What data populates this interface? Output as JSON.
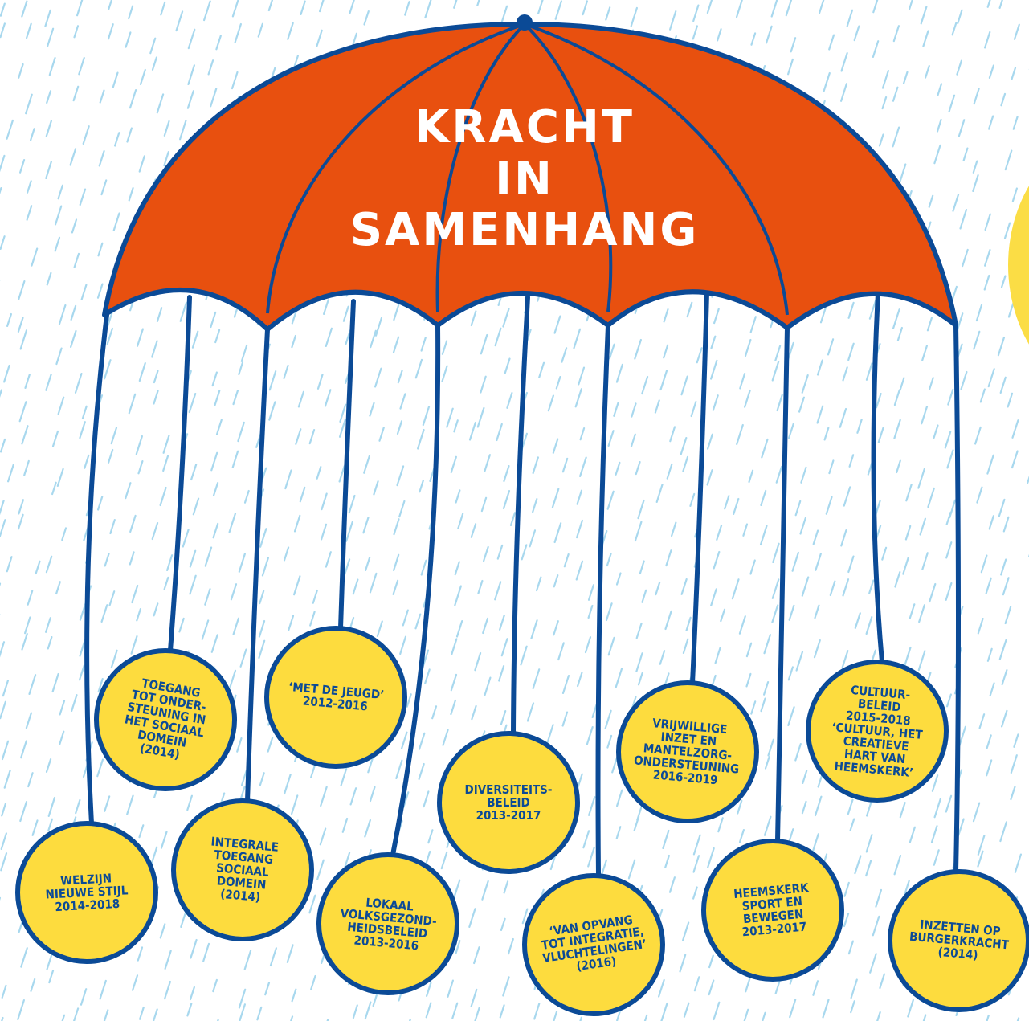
{
  "title": {
    "lines": [
      "KRACHT",
      "IN",
      "SAMENHANG"
    ]
  },
  "colors": {
    "canopy": "#e8500f",
    "outline": "#0b4a96",
    "ball": "#fddc3e",
    "rain": "#a8d8ee",
    "sun": "#fbdd45"
  },
  "policies": [
    {
      "id": "welzijn",
      "lines": [
        "WELZIJN",
        "NIEUWE STIJL",
        "2014-2018"
      ]
    },
    {
      "id": "toegang",
      "lines": [
        "TOEGANG",
        "TOT ONDER-",
        "STEUNING IN",
        "HET SOCIAAL",
        "DOMEIN",
        "(2014)"
      ]
    },
    {
      "id": "integrale",
      "lines": [
        "INTEGRALE",
        "TOEGANG",
        "SOCIAAL",
        "DOMEIN",
        "(2014)"
      ]
    },
    {
      "id": "jeugd",
      "lines": [
        "‘MET DE JEUGD’",
        "2012-2016"
      ]
    },
    {
      "id": "lokaal",
      "lines": [
        "LOKAAL",
        "VOLKSGEZOND-",
        "HEIDSBELEID",
        "2013-2016"
      ]
    },
    {
      "id": "diversiteit",
      "lines": [
        "DIVERSITEITS-",
        "BELEID",
        "2013-2017"
      ]
    },
    {
      "id": "opvang",
      "lines": [
        "‘VAN OPVANG",
        "TOT INTEGRATIE,",
        "VLUCHTELINGEN’",
        "(2016)"
      ]
    },
    {
      "id": "vrijwillige",
      "lines": [
        "VRIJWILLIGE",
        "INZET EN",
        "MANTELZORG-",
        "ONDERSTEUNING",
        "2016-2019"
      ]
    },
    {
      "id": "sport",
      "lines": [
        "HEEMSKERK",
        "SPORT EN",
        "BEWEGEN",
        "2013-2017"
      ]
    },
    {
      "id": "cultuur",
      "lines": [
        "CULTUUR-",
        "BELEID",
        "2015-2018",
        "‘CULTUUR, HET",
        "CREATIEVE",
        "HART VAN",
        "HEEMSKERK’"
      ]
    },
    {
      "id": "burgerkracht",
      "lines": [
        "INZETTEN OP",
        "BURGERKRACHT",
        "(2014)"
      ]
    }
  ]
}
